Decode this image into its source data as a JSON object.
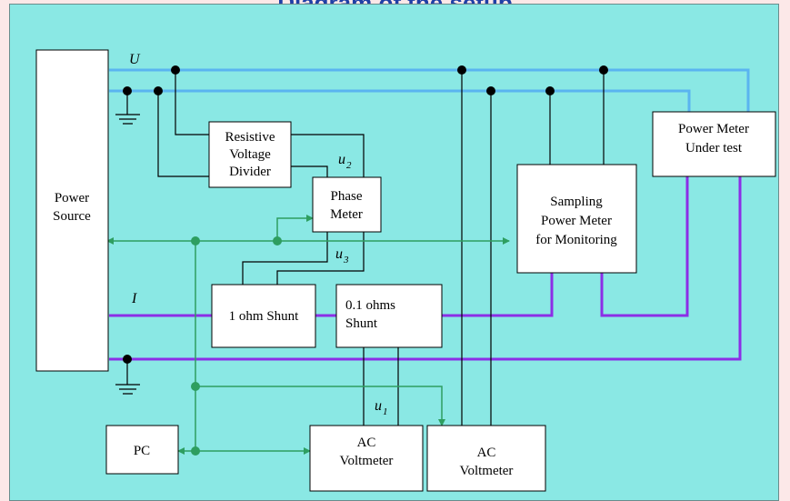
{
  "title": "Diagram of the setup",
  "labels": {
    "power_source": [
      "Power",
      "Source"
    ],
    "resistive_divider": [
      "Resistive",
      "Voltage",
      "Divider"
    ],
    "phase_meter": [
      "Phase",
      "Meter"
    ],
    "sampling_meter": [
      "Sampling",
      "Power Meter",
      "for Monitoring"
    ],
    "meter_under_test": [
      "Power Meter",
      "Under test"
    ],
    "shunt_1ohm": "1 ohm Shunt",
    "shunt_01ohm": [
      "0.1 ohms",
      "Shunt"
    ],
    "pc": "PC",
    "ac_voltmeter_1": [
      "AC",
      "Voltmeter"
    ],
    "ac_voltmeter_2": [
      "AC",
      "Voltmeter"
    ]
  },
  "variables": {
    "U": "U",
    "I": "I",
    "u1": "u",
    "u1_sub": "1",
    "u2": "u",
    "u2_sub": "2",
    "u3": "u",
    "u3_sub": "3"
  },
  "colors": {
    "voltage_line": "#5ab4f0",
    "current_line": "#8c2ee6",
    "signal_line": "#2e9e60",
    "panel_bg": "#8ae8e4",
    "title": "#1f3fa6"
  }
}
